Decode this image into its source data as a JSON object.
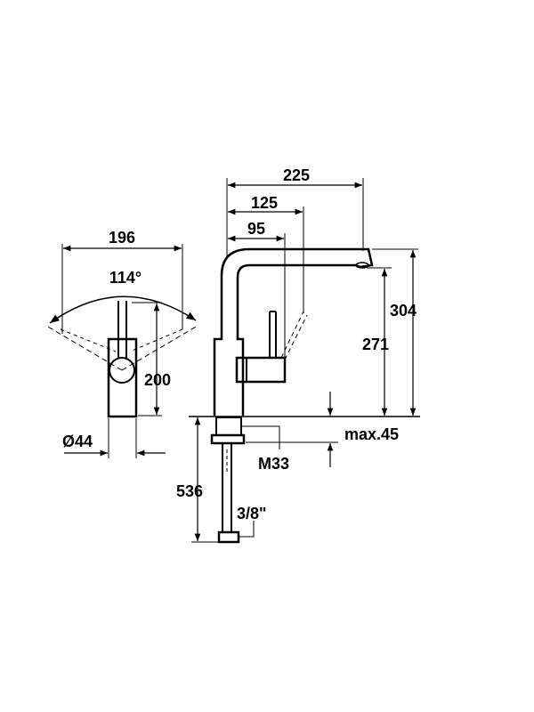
{
  "dimensions": {
    "width_left": "196",
    "angle": "114°",
    "height_body": "200",
    "diameter": "Ø44",
    "width_225": "225",
    "width_125": "125",
    "width_95": "95",
    "height_304": "304",
    "height_271": "271",
    "max_thickness": "max.45",
    "thread": "M33",
    "hose_length": "536",
    "hose_thread": "3/8\""
  }
}
